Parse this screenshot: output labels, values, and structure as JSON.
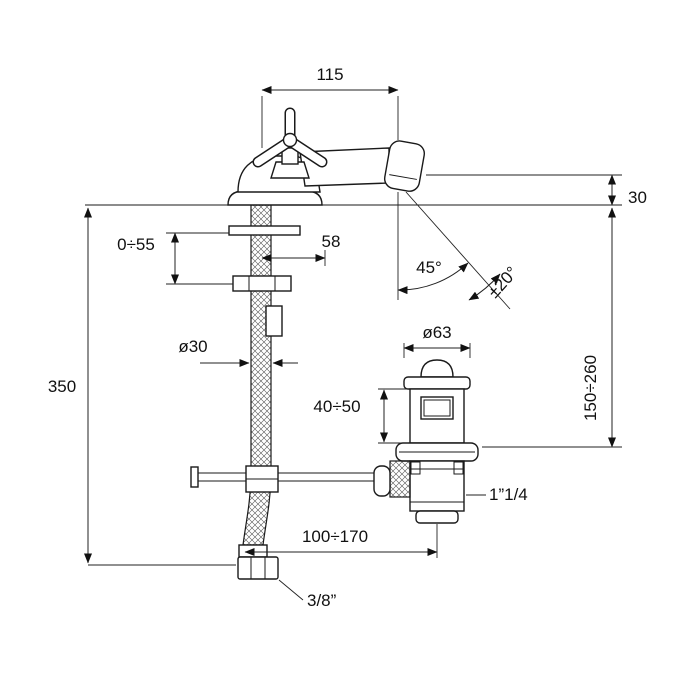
{
  "drawing": {
    "kind": "technical-dimension-drawing",
    "subject": "single-hole bidet mixer with pop-up waste",
    "units_implied": "mm",
    "labels": {
      "spout_reach": "115",
      "spout_height_above_deck": "30",
      "deck_thickness_range": "0÷55",
      "body_offset": "58",
      "spout_angle": "45°",
      "spout_swivel_range": "±20°",
      "shank_diameter": "ø30",
      "waste_cap_diameter": "ø63",
      "waste_height_range": "150÷260",
      "waste_body_height_range": "40÷50",
      "total_height": "350",
      "waste_thread": "1”1/4",
      "horizontal_waste_distance_range": "100÷170",
      "hose_thread": "3/8”"
    }
  }
}
